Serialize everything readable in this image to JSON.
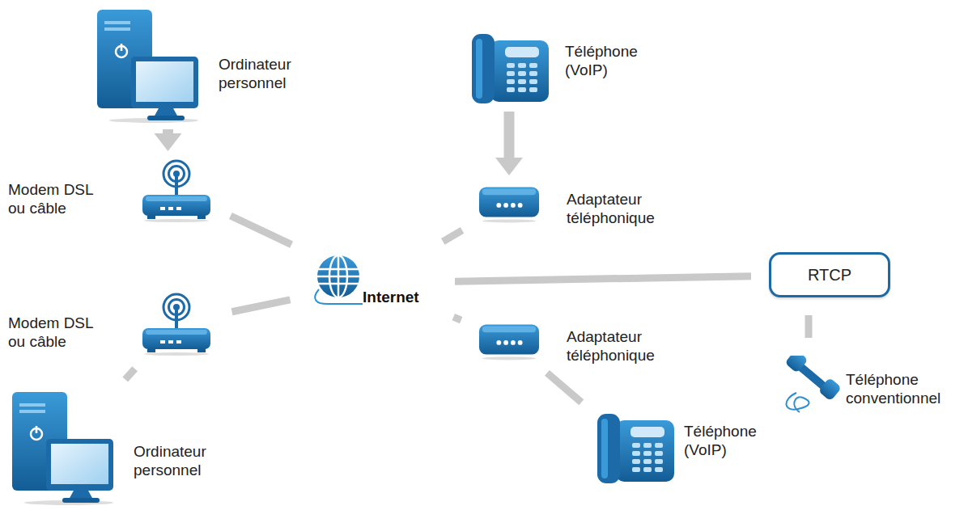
{
  "diagram": {
    "nodes": [
      {
        "text": [
          "Ordinateur personnel"
        ]
      },
      {
        "text": [
          "Téléphone (VoIP)"
        ]
      },
      {
        "text": [
          "Modem DSL ou câble"
        ]
      },
      {
        "text": [
          "Adaptateur téléphonique"
        ]
      },
      {
        "text": [
          "Internet"
        ]
      },
      {
        "text": [
          "RTCP"
        ]
      },
      {
        "text": [
          "Modem DSL ou câble"
        ]
      },
      {
        "text": [
          "Adaptateur téléphonique"
        ]
      },
      {
        "text": [
          "Téléphone conventionnel"
        ]
      },
      {
        "text": [
          "Ordinateur personnel"
        ]
      },
      {
        "text": [
          "Téléphone (VoIP)"
        ]
      }
    ],
    "edges": [
      {
        "from": 0,
        "to": 2,
        "arrow": "to"
      },
      {
        "from": 1,
        "to": 3,
        "arrow": "to"
      },
      {
        "from": 2,
        "to": 4,
        "arrow": "none"
      },
      {
        "from": 3,
        "to": 4,
        "arrow": "none"
      },
      {
        "from": 4,
        "to": 5,
        "arrow": "none"
      },
      {
        "from": 5,
        "to": 8,
        "arrow": "none"
      },
      {
        "from": 6,
        "to": 4,
        "arrow": "none"
      },
      {
        "from": 9,
        "to": 6,
        "arrow": "none"
      },
      {
        "from": 4,
        "to": 7,
        "arrow": "none"
      },
      {
        "from": 7,
        "to": 10,
        "arrow": "none"
      }
    ]
  }
}
